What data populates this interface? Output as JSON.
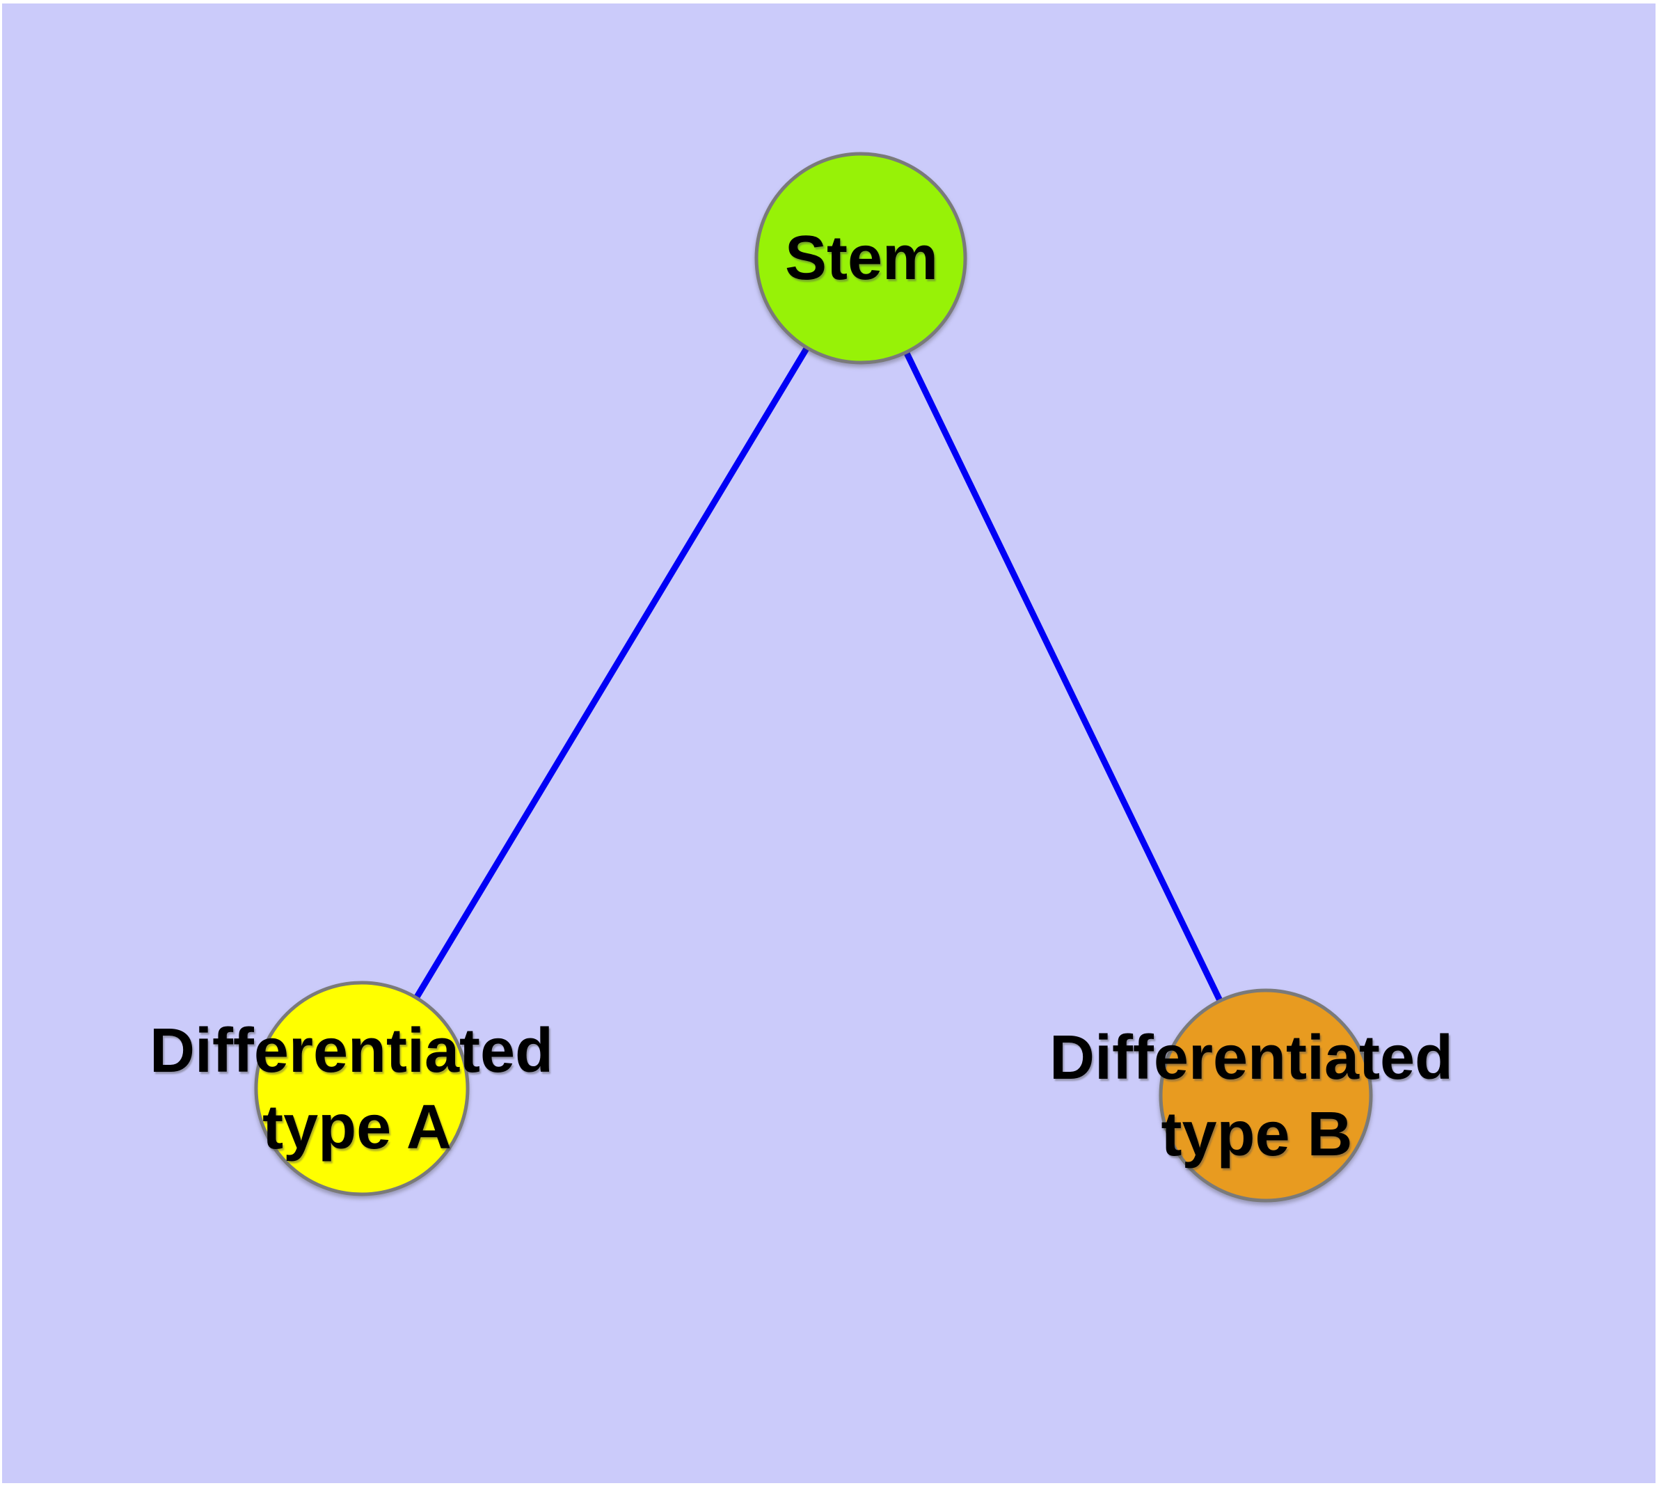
{
  "diagram": {
    "page_margin_color": "#FFFFFF",
    "background_color": "#CBCBFA",
    "edge_color": "#0000F5",
    "node_border_color": "#7A7A7A",
    "text_color": "#000000",
    "nodes": [
      {
        "id": "stem",
        "label": "Stem",
        "fill_color": "#97F207"
      },
      {
        "id": "differentiated-type-a",
        "label_line1": "Differentiated",
        "label_line2": "type A",
        "fill_color": "#FFFF00"
      },
      {
        "id": "differentiated-type-b",
        "label_line1": "Differentiated",
        "label_line2": "type B",
        "fill_color": "#E89B20"
      }
    ],
    "edges": [
      {
        "from": "Stem",
        "to": "Differentiated type A"
      },
      {
        "from": "Stem",
        "to": "Differentiated type B"
      }
    ]
  }
}
